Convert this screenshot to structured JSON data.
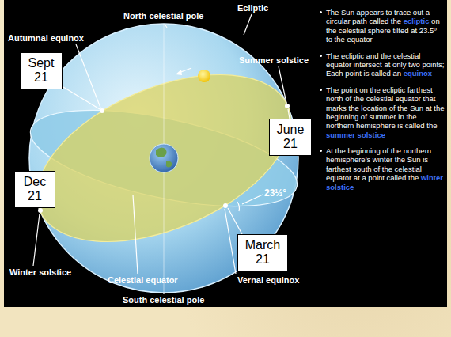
{
  "diagram": {
    "nodes": [
      {
        "text": [
          "Sept 21"
        ]
      },
      {
        "text": [
          "June 21"
        ]
      },
      {
        "text": [
          "Dec 21"
        ]
      },
      {
        "text": [
          "March 21"
        ]
      }
    ],
    "labels": [
      "North celestial pole",
      "Ecliptic",
      "Autumnal equinox",
      "Summer solstice",
      "23½°",
      "Winter solstice",
      "Celestial equator",
      "Vernal equinox",
      "South celestial pole",
      "The Sun appears to trace out a circular path called the",
      "ecliptic",
      "on the celestial sphere tilted at 23.5º to the equator",
      "The ecliptic and the celestial equator intersect at only two points; Each point is called an",
      "equinox",
      "The point on the ecliptic farthest north of the celestial equator that marks the location of the Sun at the beginning of summer in the northern hemisphere is called the",
      "summer solstice",
      "At the beginning of the northern hemisphere's winter the Sun is farthest south of the celestial equator at a point called the",
      "winter solstice"
    ]
  }
}
